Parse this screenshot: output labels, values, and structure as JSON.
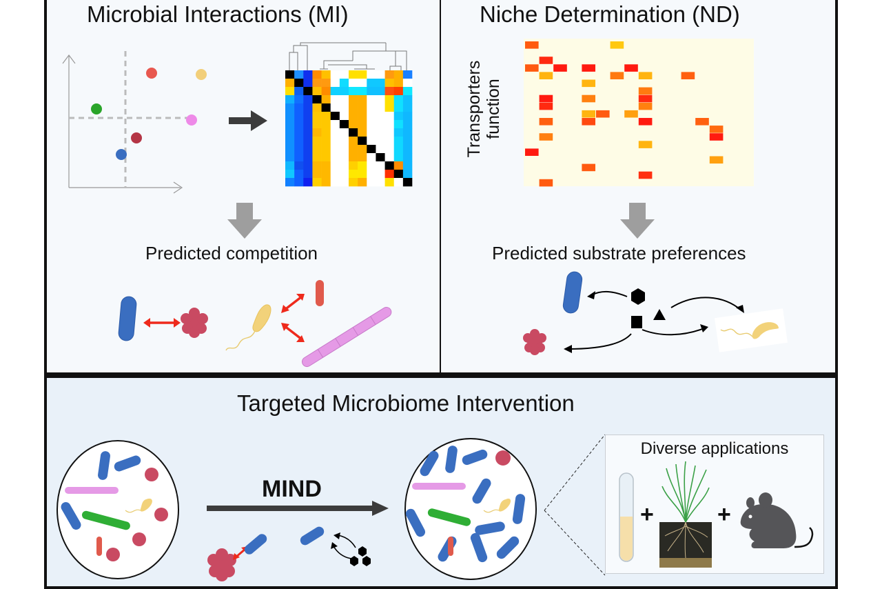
{
  "panels": {
    "mi": {
      "title": "Microbial Interactions (MI)",
      "subtitle": "Predicted competition",
      "scatter_points": [
        {
          "color": "#e8584f",
          "label": "red"
        },
        {
          "color": "#f2cf7a",
          "label": "yellow"
        },
        {
          "color": "#2aa52a",
          "label": "green"
        },
        {
          "color": "#ee8ae8",
          "label": "pink"
        },
        {
          "color": "#b43545",
          "label": "maroon"
        },
        {
          "color": "#3a6ec0",
          "label": "blue"
        }
      ],
      "correlation_heatmap": {
        "rows": 14,
        "cols": 14,
        "cells": [
          [
            "#000000",
            "#1e90ff",
            "#1030ee",
            "#ff8c00",
            "#ffc000",
            "#ffffff",
            "#ffffff",
            "#ffe000",
            "#ffe000",
            "#ffffff",
            "#ffffff",
            "#ff9a10",
            "#ffb000",
            "#1a80ff"
          ],
          [
            "#ffb000",
            "#000000",
            "#1030ee",
            "#ff9a10",
            "#ff9a10",
            "#ffffff",
            "#10dcff",
            "#ffffff",
            "#ffffff",
            "#10c8ff",
            "#10c8ff",
            "#ffc000",
            "#ffb000",
            "#ffffff"
          ],
          [
            "#ffe000",
            "#1060f0",
            "#000000",
            "#ffc000",
            "#ff8c00",
            "#10d0ff",
            "#10d0ff",
            "#10e8ff",
            "#10e8ff",
            "#10c0ff",
            "#10c0ff",
            "#ff5010",
            "#ff4000",
            "#10e8ff"
          ],
          [
            "#10b0ff",
            "#1070ff",
            "#1040f0",
            "#000000",
            "#ffb000",
            "#ffffff",
            "#ffffff",
            "#ffb000",
            "#ffb000",
            "#ffffff",
            "#ffffff",
            "#ffe000",
            "#10e0ff",
            "#10c0ff"
          ],
          [
            "#1090ff",
            "#1060ff",
            "#1040f0",
            "#ffc000",
            "#000000",
            "#ffffff",
            "#ffffff",
            "#ffb000",
            "#ffb000",
            "#ffffff",
            "#ffffff",
            "#ffe000",
            "#10e0ff",
            "#10c0ff"
          ],
          [
            "#1090ff",
            "#1060ff",
            "#1040f0",
            "#ffc800",
            "#ffc800",
            "#000000",
            "#ffffff",
            "#ffb000",
            "#ffb000",
            "#ffffff",
            "#ffffff",
            "#ffffff",
            "#10c8ff",
            "#10b8ff"
          ],
          [
            "#1090ff",
            "#1060ff",
            "#1040f0",
            "#ffc800",
            "#ffc800",
            "#ffffff",
            "#000000",
            "#ffb000",
            "#ffb000",
            "#ffffff",
            "#ffffff",
            "#ffffff",
            "#10e0ff",
            "#10b8ff"
          ],
          [
            "#1090ff",
            "#1060ff",
            "#1040f0",
            "#ffb800",
            "#ffc800",
            "#ffffff",
            "#ffffff",
            "#000000",
            "#ffb000",
            "#ffffff",
            "#ffffff",
            "#ffffff",
            "#10c8ff",
            "#10b8ff"
          ],
          [
            "#1090ff",
            "#1060ff",
            "#1040f0",
            "#ffc800",
            "#ffc800",
            "#ffffff",
            "#ffffff",
            "#ffb000",
            "#000000",
            "#ffffff",
            "#ffffff",
            "#ffffff",
            "#10d8ff",
            "#10b8ff"
          ],
          [
            "#1090ff",
            "#1060ff",
            "#1040f0",
            "#ffc800",
            "#ffc800",
            "#ffffff",
            "#ffffff",
            "#ffb000",
            "#ffb000",
            "#000000",
            "#ffffff",
            "#ffffff",
            "#10d8ff",
            "#10b8ff"
          ],
          [
            "#1090ff",
            "#1060ff",
            "#1040f0",
            "#ffc800",
            "#ffc800",
            "#ffffff",
            "#ffffff",
            "#ffb000",
            "#ffb000",
            "#ffffff",
            "#000000",
            "#ffffff",
            "#10d8ff",
            "#10b8ff"
          ],
          [
            "#10b8ff",
            "#1050f0",
            "#1040f0",
            "#ffb800",
            "#ffb800",
            "#ffffff",
            "#ffffff",
            "#ffd000",
            "#ffe800",
            "#ffffff",
            "#ffffff",
            "#000000",
            "#ff8c00",
            "#10b8ff"
          ],
          [
            "#10c8ff",
            "#1060ff",
            "#1040f0",
            "#ffb800",
            "#ffb800",
            "#ffffff",
            "#ffffff",
            "#ffe800",
            "#ffe800",
            "#ffffff",
            "#ffffff",
            "#ff3000",
            "#000000",
            "#10b8ff"
          ],
          [
            "#1080ff",
            "#1060ff",
            "#1020f0",
            "#ffd000",
            "#ffb800",
            "#ffffff",
            "#ffffff",
            "#ffd000",
            "#ffb000",
            "#ffffff",
            "#ffffff",
            "#ffe000",
            "#ffffff",
            "#000000"
          ]
        ]
      },
      "microbes": [
        "blue-rod",
        "red-coccus-cluster",
        "yellow-vibrio",
        "red-rod",
        "pink-filament"
      ]
    },
    "nd": {
      "title": "Niche Determination (ND)",
      "axis_label_line1": "Transporters",
      "axis_label_line2": "function",
      "subtitle": "Predicted substrate preferences",
      "heatmap": {
        "rows": 19,
        "cols": 16,
        "background": "#fefce6",
        "cells": [
          {
            "r": 0,
            "c": 0,
            "v": "#ff5a10"
          },
          {
            "r": 0,
            "c": 6,
            "v": "#ffc810"
          },
          {
            "r": 2,
            "c": 1,
            "v": "#ff2a10"
          },
          {
            "r": 3,
            "c": 0,
            "v": "#ff5a10"
          },
          {
            "r": 3,
            "c": 2,
            "v": "#ff1a10"
          },
          {
            "r": 3,
            "c": 4,
            "v": "#ff1a10"
          },
          {
            "r": 3,
            "c": 7,
            "v": "#ff1a10"
          },
          {
            "r": 4,
            "c": 1,
            "v": "#ffb410"
          },
          {
            "r": 4,
            "c": 6,
            "v": "#ff7a10"
          },
          {
            "r": 4,
            "c": 8,
            "v": "#ffb410"
          },
          {
            "r": 4,
            "c": 11,
            "v": "#ff6010"
          },
          {
            "r": 5,
            "c": 4,
            "v": "#ffb410"
          },
          {
            "r": 6,
            "c": 8,
            "v": "#ff7a10"
          },
          {
            "r": 7,
            "c": 1,
            "v": "#ff1a10"
          },
          {
            "r": 7,
            "c": 4,
            "v": "#ff8010"
          },
          {
            "r": 7,
            "c": 8,
            "v": "#ff2a10"
          },
          {
            "r": 8,
            "c": 1,
            "v": "#ff2a10"
          },
          {
            "r": 8,
            "c": 8,
            "v": "#ff8010"
          },
          {
            "r": 9,
            "c": 4,
            "v": "#ffb410"
          },
          {
            "r": 9,
            "c": 5,
            "v": "#ff5a10"
          },
          {
            "r": 9,
            "c": 7,
            "v": "#ffa010"
          },
          {
            "r": 10,
            "c": 1,
            "v": "#ff6010"
          },
          {
            "r": 10,
            "c": 4,
            "v": "#ff4a10"
          },
          {
            "r": 10,
            "c": 8,
            "v": "#ff1a10"
          },
          {
            "r": 10,
            "c": 12,
            "v": "#ff6010"
          },
          {
            "r": 11,
            "c": 13,
            "v": "#ff6a10"
          },
          {
            "r": 12,
            "c": 1,
            "v": "#ff8010"
          },
          {
            "r": 12,
            "c": 13,
            "v": "#ff1a10"
          },
          {
            "r": 13,
            "c": 8,
            "v": "#ffb410"
          },
          {
            "r": 14,
            "c": 0,
            "v": "#ff1a10"
          },
          {
            "r": 15,
            "c": 13,
            "v": "#ffa010"
          },
          {
            "r": 16,
            "c": 4,
            "v": "#ff5a10"
          },
          {
            "r": 17,
            "c": 8,
            "v": "#ff3010"
          },
          {
            "r": 18,
            "c": 1,
            "v": "#ff5a10"
          }
        ]
      },
      "substrates": [
        "hexagon",
        "square",
        "triangle"
      ]
    },
    "tmi": {
      "title": "Targeted Microbiome Intervention",
      "arrow_label": "MIND",
      "applications_title": "Diverse applications",
      "applications": [
        "test-tube",
        "plant-in-soil",
        "mouse"
      ],
      "plus_sign": "+"
    }
  },
  "colors": {
    "panel_bg": "#f6f9fc",
    "bottom_panel_bg": "#e9f1f9",
    "border": "#111111",
    "rod_blue": "#3a6ec0",
    "coccus_red": "#c94a62",
    "vibrio_yellow": "#f2d27a",
    "filament_pink": "#e59ae6",
    "rod_green": "#2fae35",
    "rod_red": "#e05a4c",
    "arrow_red": "#ee2a1c",
    "arrow_gray": "#9e9e9e",
    "arrow_dark": "#3c3c3c",
    "mouse": "#555558"
  }
}
